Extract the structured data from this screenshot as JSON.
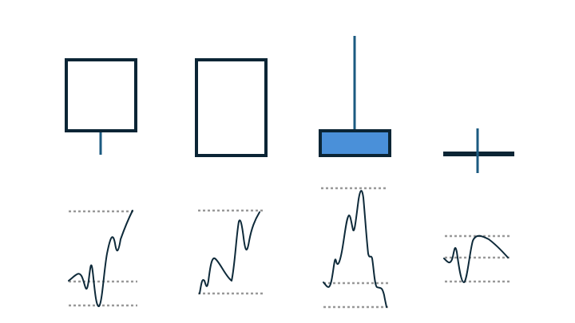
{
  "colors": {
    "background": "#ffffff",
    "outline": "#0b2535",
    "wick": "#1b5a80",
    "body_fill": "#4a90d9",
    "hollow_fill": "#ffffff",
    "price_line": "#0e2a3a",
    "level_line": "#999999"
  },
  "candles": [
    {
      "name": "hollow-candle-lower-wick",
      "style": "hollow",
      "wick": "lower"
    },
    {
      "name": "hollow-candle-no-wick",
      "style": "hollow",
      "wick": "none"
    },
    {
      "name": "filled-candle-upper-wick",
      "style": "filled",
      "wick": "upper"
    },
    {
      "name": "doji-cross",
      "style": "doji",
      "wick": "both"
    }
  ],
  "price_paths": [
    {
      "name": "price-path-1",
      "dotted_levels": 3
    },
    {
      "name": "price-path-2",
      "dotted_levels": 2
    },
    {
      "name": "price-path-3",
      "dotted_levels": 3
    },
    {
      "name": "price-path-4",
      "dotted_levels": 3
    }
  ]
}
